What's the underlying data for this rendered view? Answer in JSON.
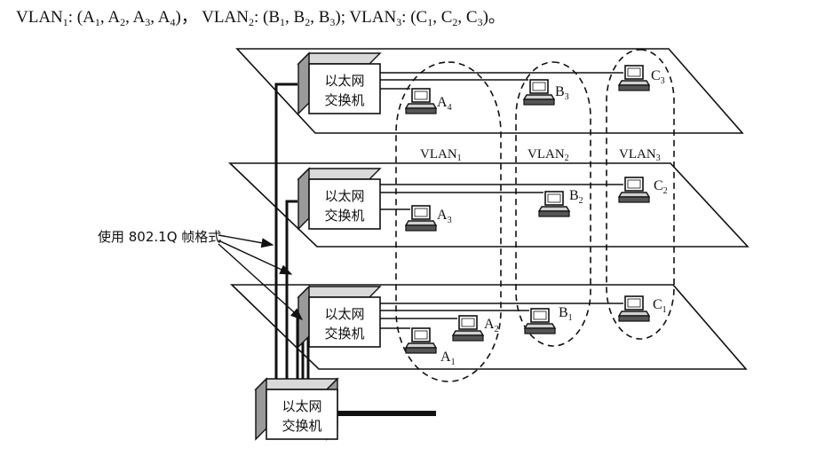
{
  "header": {
    "vlan1": {
      "name": "VLAN",
      "sub": "1",
      "members": [
        "A1",
        "A2",
        "A3",
        "A4"
      ]
    },
    "vlan2": {
      "name": "VLAN",
      "sub": "2",
      "members": [
        "B1",
        "B2",
        "B3"
      ]
    },
    "vlan3": {
      "name": "VLAN",
      "sub": "3",
      "members": [
        "C1",
        "C2",
        "C3"
      ]
    }
  },
  "switch_label_line1": "以太网",
  "switch_label_line2": "交换机",
  "annotation": "使用 802.1Q 帧格式",
  "vlan_labels": [
    {
      "name": "VLAN",
      "sub": "1"
    },
    {
      "name": "VLAN",
      "sub": "2"
    },
    {
      "name": "VLAN",
      "sub": "3"
    }
  ],
  "stations": {
    "A1": {
      "letter": "A",
      "sub": "1"
    },
    "A2": {
      "letter": "A",
      "sub": "2"
    },
    "A3": {
      "letter": "A",
      "sub": "3"
    },
    "A4": {
      "letter": "A",
      "sub": "4"
    },
    "B1": {
      "letter": "B",
      "sub": "1"
    },
    "B2": {
      "letter": "B",
      "sub": "2"
    },
    "B3": {
      "letter": "B",
      "sub": "3"
    },
    "C1": {
      "letter": "C",
      "sub": "1"
    },
    "C2": {
      "letter": "C",
      "sub": "2"
    },
    "C3": {
      "letter": "C",
      "sub": "3"
    }
  },
  "colors": {
    "ink": "#111111",
    "switch_front": "#ffffff",
    "switch_side": "#9a9a9a",
    "switch_top": "#d9d9d9",
    "pc_body": "#d0d0d0"
  }
}
